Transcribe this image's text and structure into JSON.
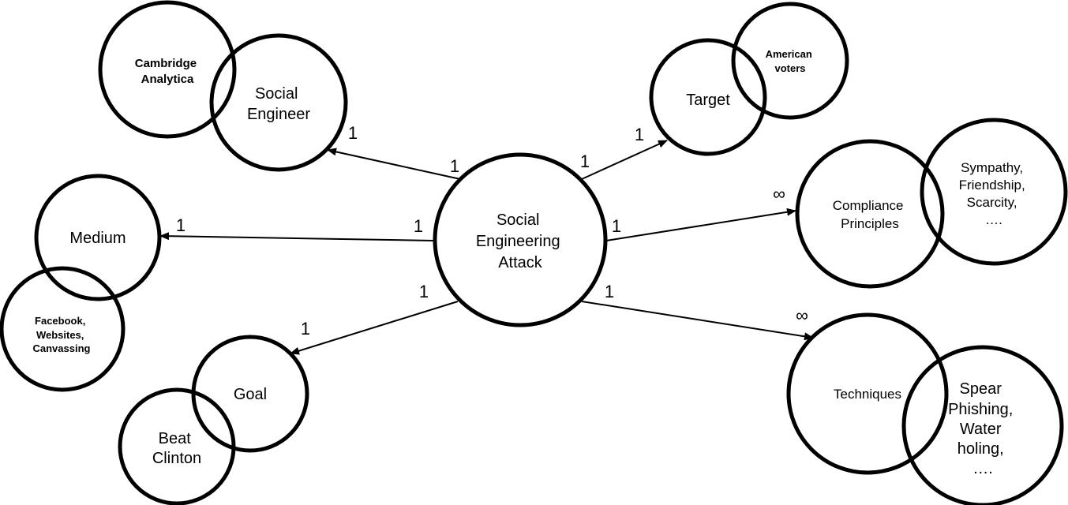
{
  "nodes": {
    "center": [
      "Social",
      "Engineering",
      "Attack"
    ],
    "social_engineer": [
      "Social",
      "Engineer"
    ],
    "cambridge": [
      "Cambridge",
      "Analytica"
    ],
    "target": [
      "Target"
    ],
    "american_voters": [
      "American",
      "voters"
    ],
    "compliance": [
      "Compliance",
      "Principles"
    ],
    "sympathy": [
      "Sympathy,",
      "Friendship,",
      "Scarcity,",
      "…."
    ],
    "medium": [
      "Medium"
    ],
    "facebook": [
      "Facebook,",
      "Websites,",
      "Canvassing"
    ],
    "goal": [
      "Goal"
    ],
    "beat_clinton": [
      "Beat",
      "Clinton"
    ],
    "techniques": [
      "Techniques"
    ],
    "spear": [
      "Spear",
      "Phishing,",
      "Water",
      "holing,",
      "…."
    ]
  },
  "edges": [
    {
      "to": "Social Engineer",
      "from_mult": "1",
      "to_mult": "1"
    },
    {
      "to": "Target",
      "from_mult": "1",
      "to_mult": "1"
    },
    {
      "to": "Medium",
      "from_mult": "1",
      "to_mult": "1"
    },
    {
      "to": "Compliance Principles",
      "from_mult": "1",
      "to_mult": "∞"
    },
    {
      "to": "Goal",
      "from_mult": "1",
      "to_mult": "1"
    },
    {
      "to": "Techniques",
      "from_mult": "1",
      "to_mult": "∞"
    }
  ]
}
